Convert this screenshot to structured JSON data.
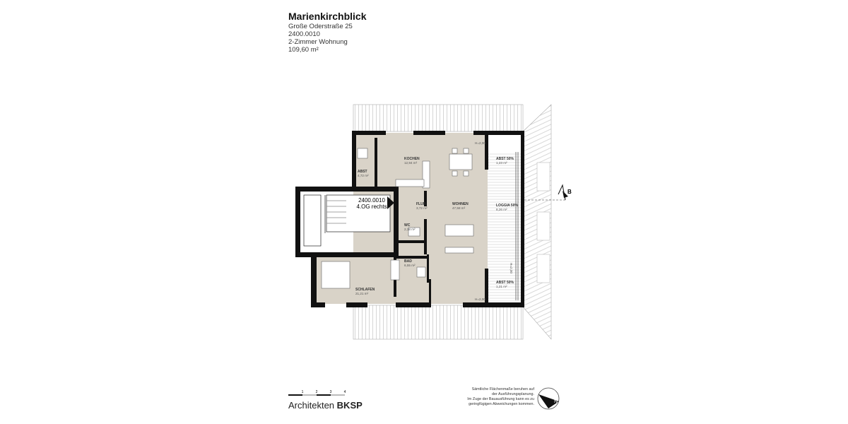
{
  "header": {
    "title": "Marienkirchblick",
    "address": "Große Oderstraße 25",
    "unit_number": "2400.0010",
    "type": "2-Zimmer Wohnung",
    "area": "109,60 m²"
  },
  "plan": {
    "unit_tag": {
      "number": "2400.0010",
      "floor": "4.OG rechts"
    },
    "rooms": [
      {
        "name": "ABST",
        "area": "4,72 m²"
      },
      {
        "name": "KOCHEN",
        "area": "12,94 m²"
      },
      {
        "name": "FLUR",
        "area": "3,72 m²"
      },
      {
        "name": "WOHNEN",
        "area": "47,58 m²"
      },
      {
        "name": "ABST 50%",
        "area": "1,23 m²"
      },
      {
        "name": "LOGGIA 50%",
        "area": "8,26 m²"
      },
      {
        "name": "WC",
        "area": "2,18 m²"
      },
      {
        "name": "BAD",
        "area": "6,55 m²"
      },
      {
        "name": "SCHLAFEN",
        "area": "21,21 m²"
      },
      {
        "name": "ABST 50%",
        "area": "1,21 m²"
      }
    ],
    "height_marks": [
      "H=2,00",
      "H=2,00",
      "H=2,00"
    ],
    "section_marker": "B",
    "colors": {
      "floor": "#d9d3c8",
      "wall": "#111111",
      "terrace": "#ffffff"
    }
  },
  "footer": {
    "scale_labels": [
      "1",
      "2",
      "3",
      "4"
    ],
    "firm": "Architekten",
    "firm_bold": "BKSP",
    "note": [
      "Sämtliche Flächenmaße beruhen auf",
      "der Ausführungsplanung.",
      "Im Zuge der Bauausführung kann es zu",
      "geringfügigen Abweichungen kommen."
    ],
    "north_label": "N"
  }
}
